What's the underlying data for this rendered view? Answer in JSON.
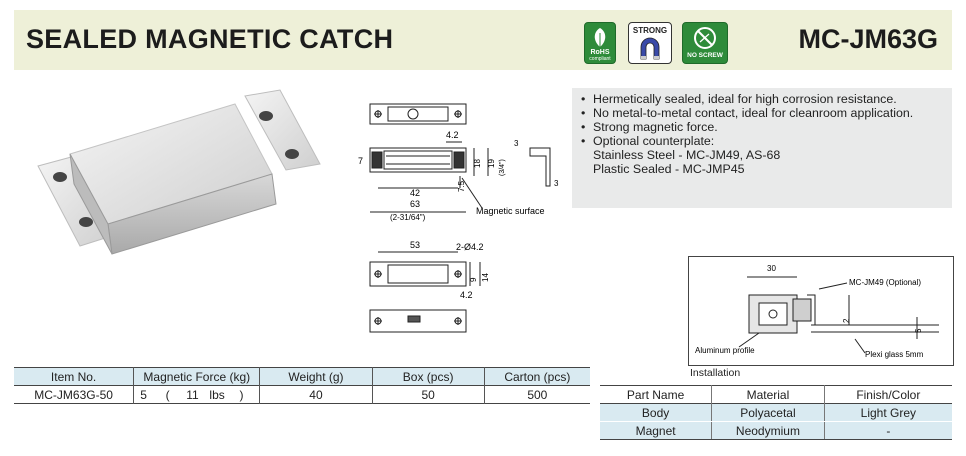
{
  "header": {
    "title": "SEALED MAGNETIC CATCH",
    "model": "MC-JM63G",
    "badges": [
      {
        "icon": "rohs-leaf-icon",
        "label": "RoHS",
        "sub": "compliant"
      },
      {
        "icon": "strong-magnet-icon",
        "label": "STRONG"
      },
      {
        "icon": "no-screw-icon",
        "label": "NO SCREW"
      }
    ]
  },
  "features": [
    "Hermetically sealed, ideal for high corrosion resistance.",
    "No metal-to-metal contact, ideal for cleanroom application.",
    "Strong magnetic force.",
    "Optional counterplate:"
  ],
  "counterplates": [
    "Stainless Steel - MC-JM49, AS-68",
    "Plastic Sealed - MC-JMP45"
  ],
  "drawing_top": {
    "dim_42_top": "4.2",
    "dim_7": "7",
    "dim_42": "42",
    "dim_63": "63",
    "dim_63_in": "(2-31/64\")",
    "dim_75": "7.5",
    "dim_18": "18",
    "dim_19": "19",
    "dim_19_in": "(3/4\")",
    "dim_3a": "3",
    "dim_3b": "3",
    "magnetic_surface": "Magnetic surface"
  },
  "drawing_bottom": {
    "dim_53": "53",
    "dim_holes": "2-Ø4.2",
    "dim_9": "9",
    "dim_14": "14",
    "dim_42": "4.2"
  },
  "installation": {
    "dim_30": "30",
    "counterplate_label": "MC-JM49 (Optional)",
    "dim_2": "2",
    "dim_5": "5",
    "aluminum_label": "Aluminum profile",
    "plexi_label": "Plexi glass 5mm",
    "caption": "Installation"
  },
  "spec_table": {
    "headers": [
      "Item No.",
      "Magnetic Force (kg)",
      "Weight (g)",
      "Box (pcs)",
      "Carton (pcs)"
    ],
    "row": {
      "item": "MC-JM63G-50",
      "force_kg": "5",
      "force_open": "(",
      "force_lbs": "11",
      "force_unit": "lbs",
      "force_close": ")",
      "weight": "40",
      "box": "50",
      "carton": "500"
    }
  },
  "parts_table": {
    "headers": [
      "Part Name",
      "Material",
      "Finish/Color"
    ],
    "rows": [
      {
        "part": "Body",
        "material": "Polyacetal",
        "finish": "Light Grey"
      },
      {
        "part": "Magnet",
        "material": "Neodymium",
        "finish": "-"
      }
    ]
  },
  "colors": {
    "header_bg": "#eef0d8",
    "table_header_bg": "#d9eaf1",
    "features_bg": "#e9eaea",
    "rohs_green": "#2e8b3a"
  }
}
